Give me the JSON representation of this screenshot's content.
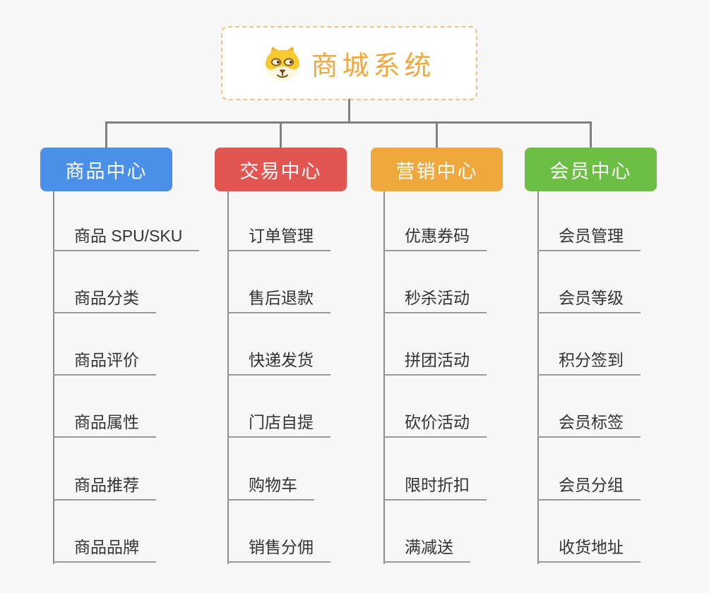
{
  "page": {
    "background": "#f7f7f7"
  },
  "root": {
    "title": "商城系统",
    "icon": "doge-face-icon",
    "title_color": "#f0a73c",
    "border_color": "#efc182"
  },
  "connector": {
    "color": "#808080",
    "underline_color": "#999999",
    "leaf_text_color": "#333333"
  },
  "branches": [
    {
      "label": "商品中心",
      "color": "#4b90e8",
      "children": [
        "商品 SPU/SKU",
        "商品分类",
        "商品评价",
        "商品属性",
        "商品推荐",
        "商品品牌"
      ]
    },
    {
      "label": "交易中心",
      "color": "#e25652",
      "children": [
        "订单管理",
        "售后退款",
        "快递发货",
        "门店自提",
        "购物车",
        "销售分佣"
      ]
    },
    {
      "label": "营销中心",
      "color": "#eea83c",
      "children": [
        "优惠券码",
        "秒杀活动",
        "拼团活动",
        "砍价活动",
        "限时折扣",
        "满减送"
      ]
    },
    {
      "label": "会员中心",
      "color": "#6cbe44",
      "children": [
        "会员管理",
        "会员等级",
        "积分签到",
        "会员标签",
        "会员分组",
        "收货地址"
      ]
    }
  ]
}
